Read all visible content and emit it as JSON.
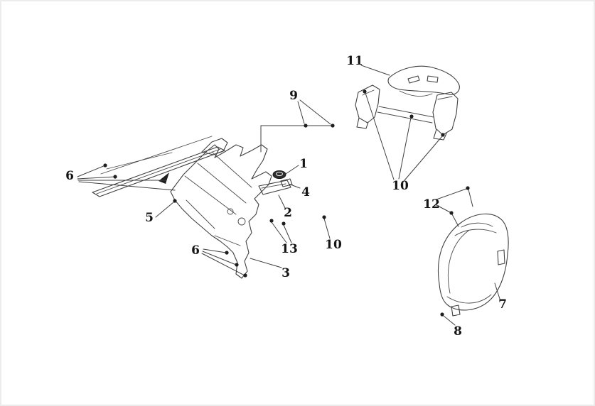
{
  "figure": {
    "type": "exploded-parts-diagram",
    "background_color": "#ffffff",
    "line_color": "#3f3f3f",
    "label_color": "#141414"
  },
  "callouts": [
    {
      "label": "11"
    },
    {
      "label": "9"
    },
    {
      "label": "6"
    },
    {
      "label": "1"
    },
    {
      "label": "4"
    },
    {
      "label": "2"
    },
    {
      "label": "5"
    },
    {
      "label": "10"
    },
    {
      "label": "12"
    },
    {
      "label": "13"
    },
    {
      "label": "6"
    },
    {
      "label": "10"
    },
    {
      "label": "3"
    },
    {
      "label": "7"
    },
    {
      "label": "8"
    }
  ]
}
